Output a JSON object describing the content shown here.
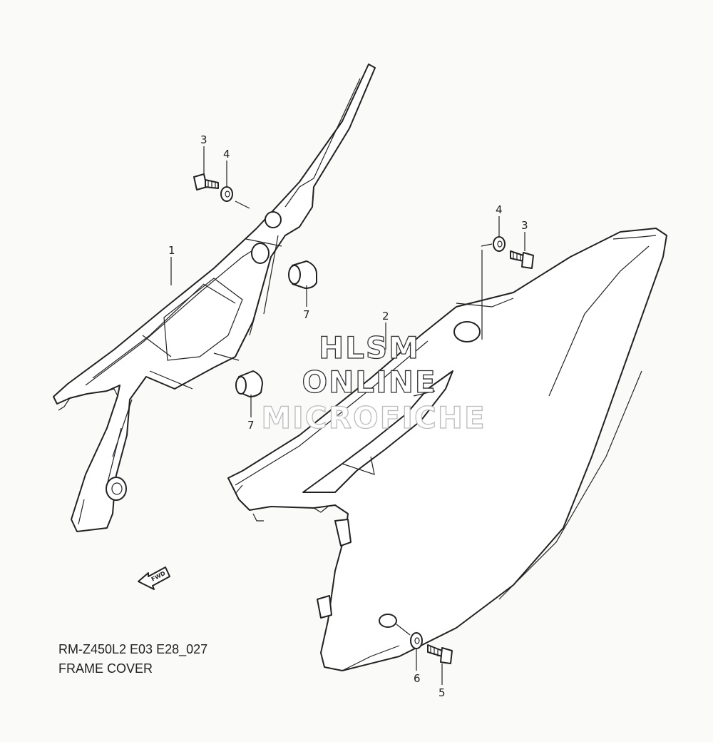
{
  "callouts": [
    {
      "id": "c1",
      "label": "1"
    },
    {
      "id": "c2",
      "label": "2"
    },
    {
      "id": "c3a",
      "label": "3"
    },
    {
      "id": "c3b",
      "label": "3"
    },
    {
      "id": "c4a",
      "label": "4"
    },
    {
      "id": "c4b",
      "label": "4"
    },
    {
      "id": "c5",
      "label": "5"
    },
    {
      "id": "c6",
      "label": "6"
    },
    {
      "id": "c7a",
      "label": "7"
    },
    {
      "id": "c7b",
      "label": "7"
    }
  ],
  "watermark": {
    "line1": "HLSM",
    "line2": "ONLINE",
    "line3": "MICROFICHE"
  },
  "fwd_label": "FWD",
  "caption": {
    "code": "RM-Z450L2 E03 E28_027",
    "title": "FRAME COVER"
  }
}
